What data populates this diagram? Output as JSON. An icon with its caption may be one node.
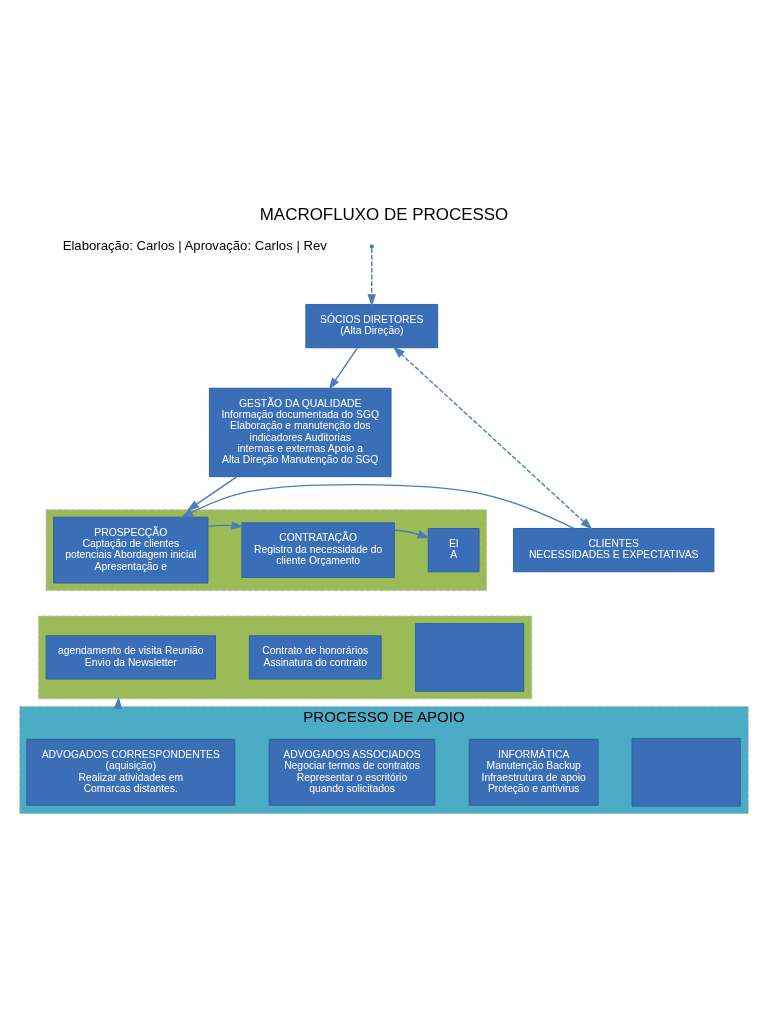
{
  "diagram": {
    "title": "MACROFLUXO DE PROCESSO",
    "nodes": [
      {
        "text": [
          "SÓCIOS DIRETORES",
          "(Alta Direção)"
        ]
      },
      {
        "text": [
          "GESTÃO DA QUALIDADE",
          "Informação documentada do SGQ Elaboração e manutenção dos indicadores Auditorias internas e externas Apoio a Alta Direção Manutenção do SGQ"
        ]
      },
      {
        "text": [
          "CLIENTES",
          "NECESSIDADES E EXPECTATIVAS"
        ]
      },
      {
        "text": [],
        "shape": "bar"
      },
      {
        "text": [
          "PROSPECÇÃO",
          "Captação de clientes potenciais Abordagem inicial Apresentação e"
        ],
        "in": 3
      },
      {
        "text": [
          "CONTRATAÇÃO",
          "Registro da necessidade do cliente Orçamento"
        ],
        "in": 3
      },
      {
        "text": [
          "El",
          "A"
        ],
        "in": 3
      },
      {
        "text": [],
        "shape": "bar"
      },
      {
        "text": [
          "agendamento de visita Reunião Envio da Newsletter"
        ],
        "in": 7
      },
      {
        "text": [
          "Contrato de honorários Assinatura do contrato"
        ],
        "in": 7
      },
      {
        "text": [],
        "shape": "box",
        "in": 7
      },
      {
        "text": [
          "PROCESSO DE APOIO"
        ]
      },
      {
        "text": [
          "ADVOGADOS CORRESPONDENTES (aquisição)",
          "Realizar atividades em Comarcas distantes."
        ],
        "in": 11
      },
      {
        "text": [
          "ADVOGADOS ASSOCIADOS",
          "Negociar termos de contratos Representar o escritório quando solicitados"
        ],
        "in": 11
      },
      {
        "text": [
          "INFORMÁTICA",
          "Manutenção Backup Infraestrutura de apoio Proteção e antivirus"
        ],
        "in": 11
      },
      {
        "text": [],
        "shape": "box",
        "in": 11
      }
    ],
    "edges": [
      {
        "from": 2,
        "to": 0,
        "arrow": "both",
        "style": "dashed"
      },
      {
        "from": null,
        "to": 0,
        "arrow": "to",
        "style": "dashed"
      },
      {
        "from": 0,
        "to": 1,
        "arrow": "to"
      },
      {
        "from": 1,
        "to": 3,
        "arrow": "to"
      },
      {
        "from": 2,
        "to": 4,
        "arrow": "to"
      },
      {
        "from": 4,
        "to": 5,
        "arrow": "to"
      },
      {
        "from": 5,
        "to": 6,
        "arrow": "to"
      },
      {
        "from": 11,
        "to": 7,
        "arrow": "to"
      }
    ],
    "labels": [
      "Elaboração: Carlos | Aprovação: Carlos | Rev"
    ]
  }
}
